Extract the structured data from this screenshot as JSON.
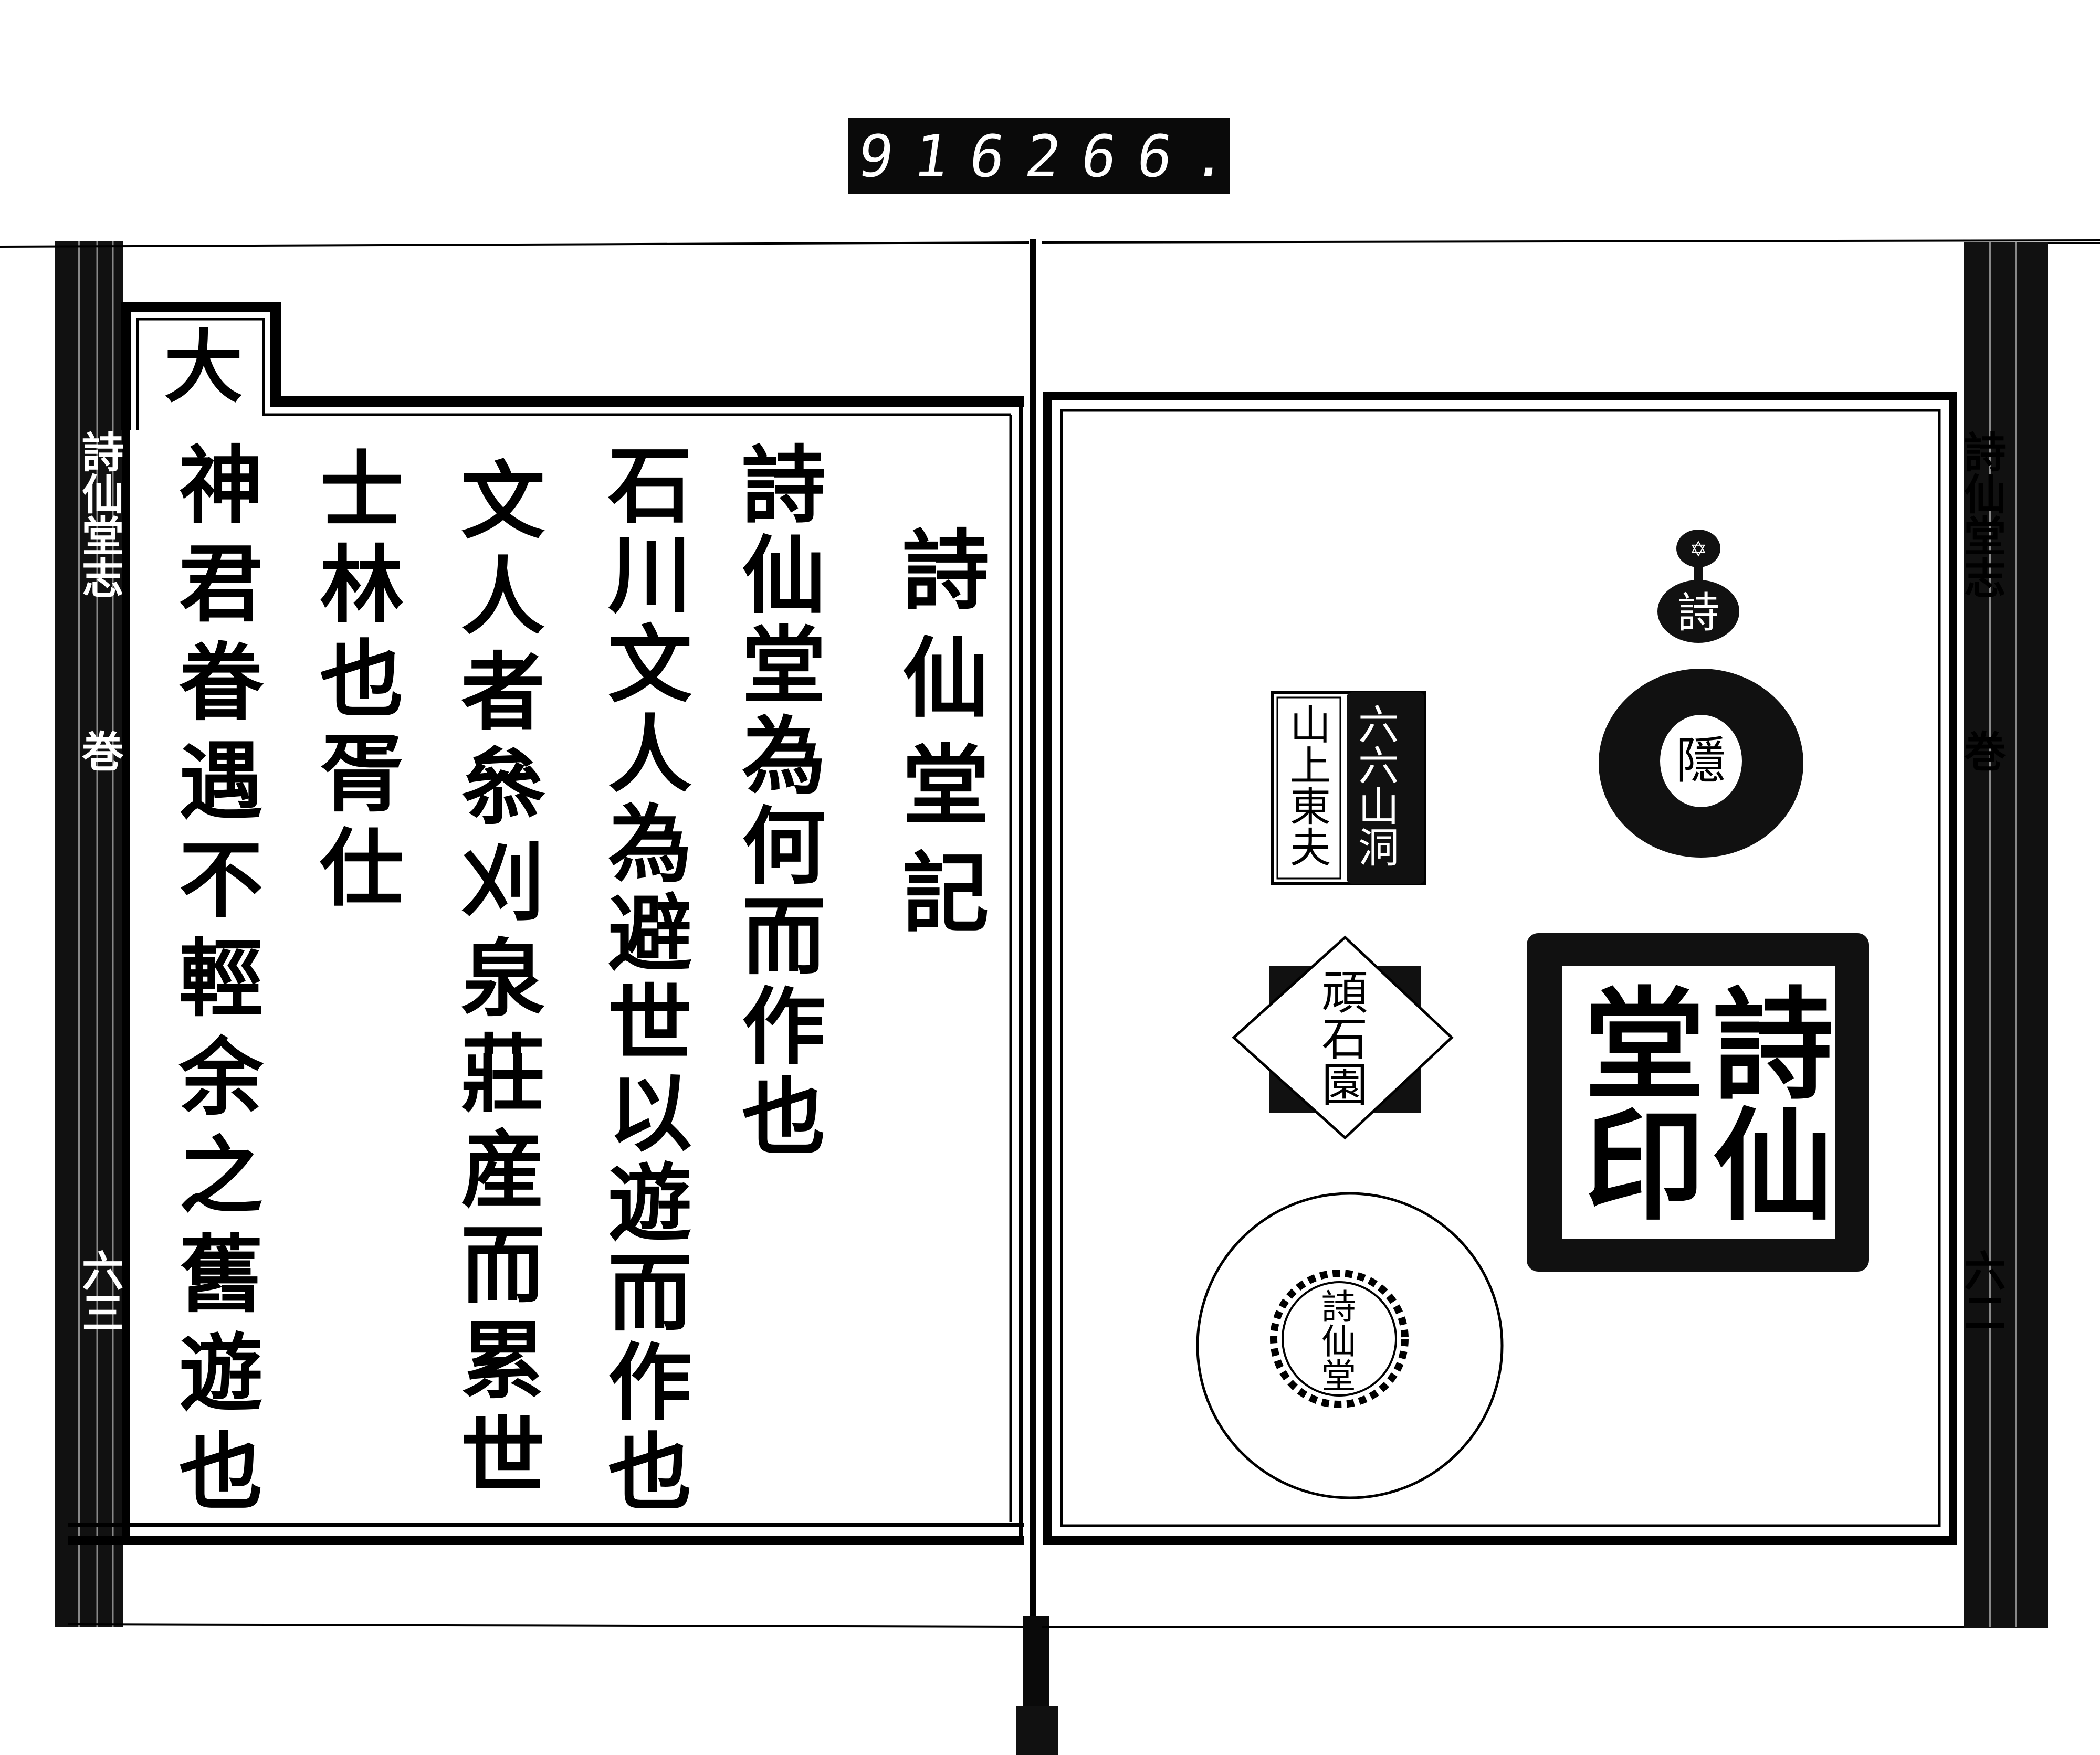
{
  "catalog_label": {
    "left_number": "916",
    "right_number": "266."
  },
  "left_page": {
    "tab_char": "大",
    "margin_title": "詩仙堂志",
    "margin_volume": "巻",
    "margin_page": "六三",
    "columns": [
      "詩仙堂記",
      "詩仙堂為何而作也",
      "石川文人為避世以遊而作也",
      "文人者叅刈泉莊産而累世",
      "士林也胥仕",
      "神君眷遇不輕余之舊遊也"
    ]
  },
  "right_page": {
    "margin_title": "詩仙堂志",
    "margin_volume": "巻",
    "margin_page": "六二",
    "seals": {
      "gourd": "詩",
      "round_black": "隱",
      "rect_right": "六六山洞",
      "rect_left": "山上東夫",
      "diamond": "頑石園",
      "large_square": "詩仙堂印",
      "round_outline": "詩仙堂"
    }
  }
}
